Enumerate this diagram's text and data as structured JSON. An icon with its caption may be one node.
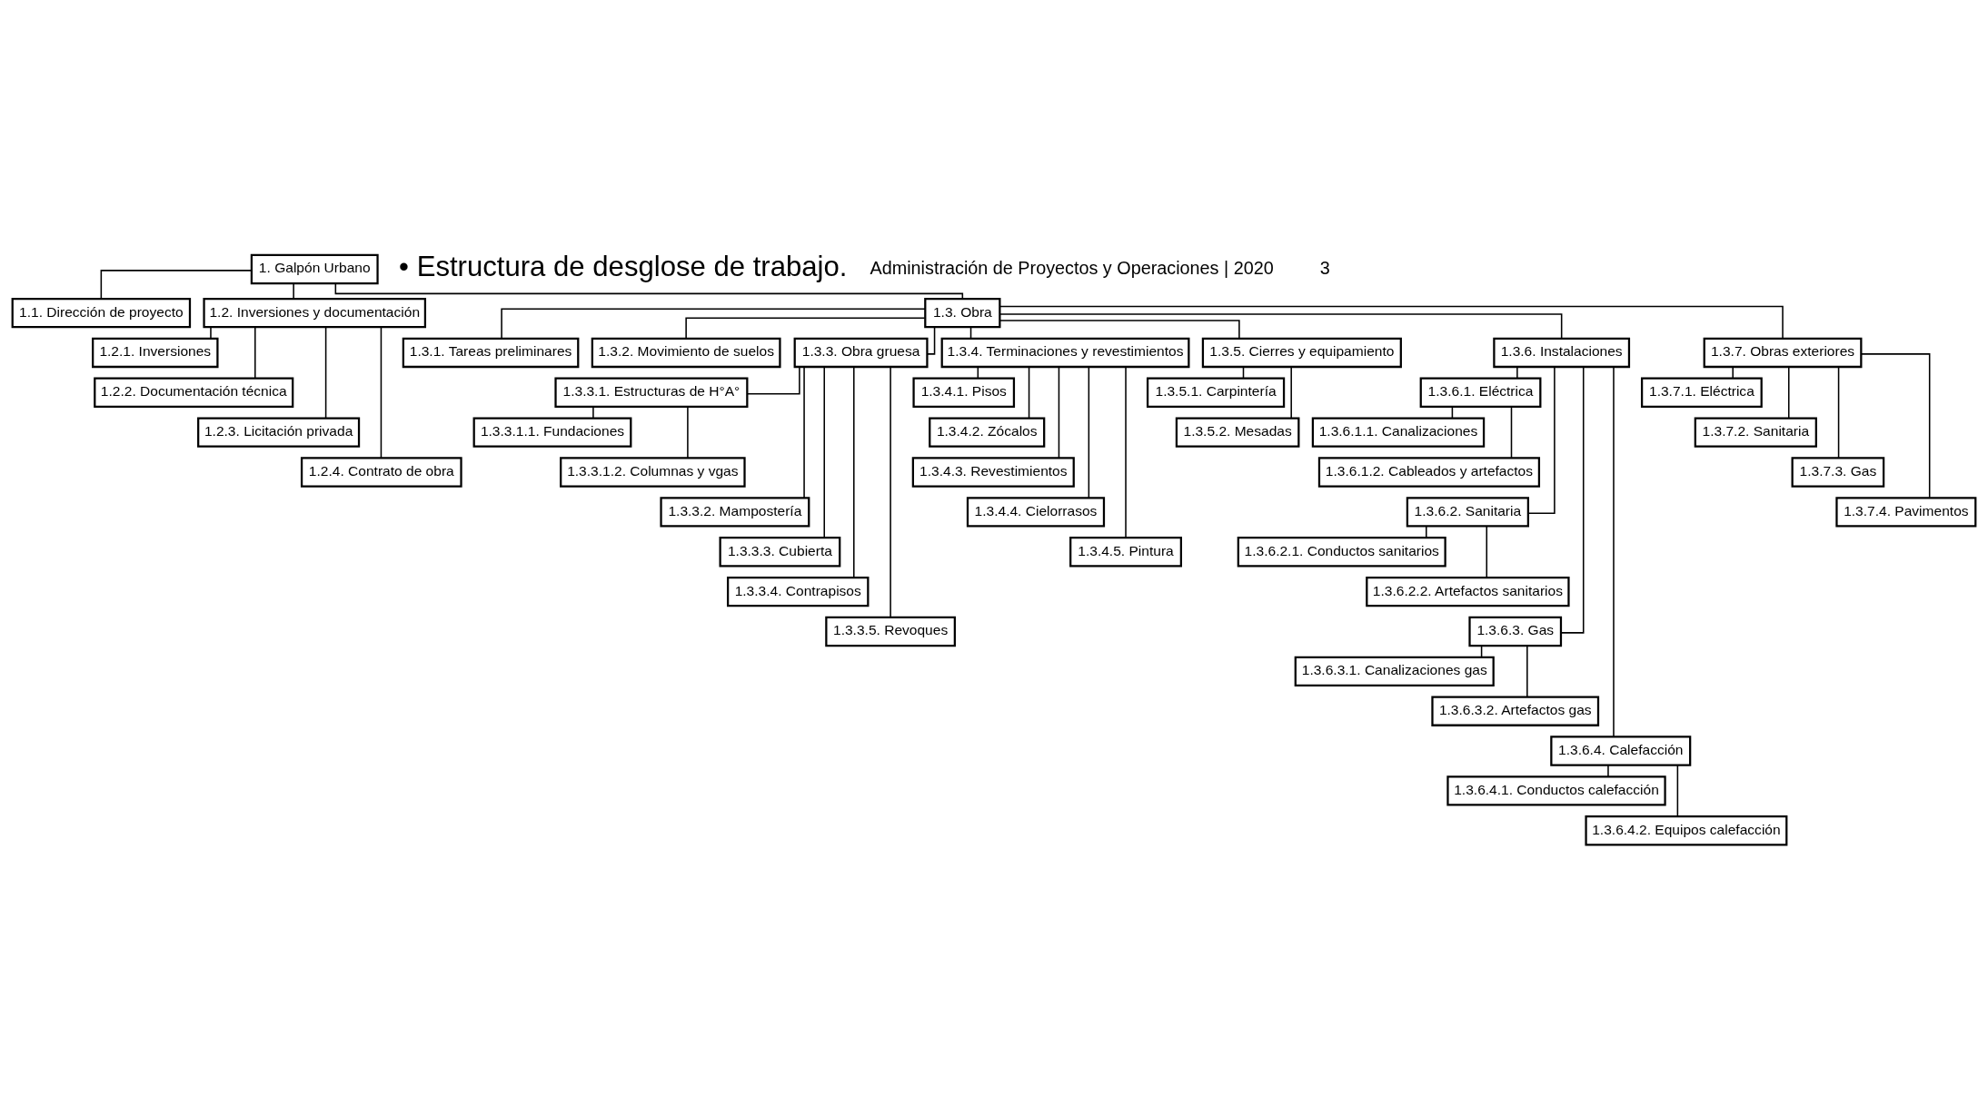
{
  "diagram": {
    "nodes": [
      {
        "text": [
          "1. Galpón Urbano"
        ]
      },
      {
        "text": [
          "1.1. Dirección de proyecto"
        ]
      },
      {
        "text": [
          "1.2. Inversiones y documentación"
        ]
      },
      {
        "text": [
          "1.3. Obra"
        ]
      },
      {
        "text": [
          "1.2.1. Inversiones"
        ]
      },
      {
        "text": [
          "1.2.2. Documentación técnica"
        ]
      },
      {
        "text": [
          "1.2.3. Licitación privada"
        ]
      },
      {
        "text": [
          "1.2.4. Contrato de obra"
        ]
      },
      {
        "text": [
          "1.3.1. Tareas preliminares"
        ]
      },
      {
        "text": [
          "1.3.2. Movimiento de suelos"
        ]
      },
      {
        "text": [
          "1.3.3. Obra gruesa"
        ]
      },
      {
        "text": [
          "1.3.4. Terminaciones y revestimientos"
        ]
      },
      {
        "text": [
          "1.3.5. Cierres y equipamiento"
        ]
      },
      {
        "text": [
          "1.3.6. Instalaciones"
        ]
      },
      {
        "text": [
          "1.3.7. Obras exteriores"
        ]
      },
      {
        "text": [
          "1.3.3.1. Estructuras de H°A°"
        ]
      },
      {
        "text": [
          "1.3.3.1.1. Fundaciones"
        ]
      },
      {
        "text": [
          "1.3.3.1.2. Columnas y vgas"
        ]
      },
      {
        "text": [
          "1.3.3.2. Mampostería"
        ]
      },
      {
        "text": [
          "1.3.3.3. Cubierta"
        ]
      },
      {
        "text": [
          "1.3.3.4. Contrapisos"
        ]
      },
      {
        "text": [
          "1.3.3.5. Revoques"
        ]
      },
      {
        "text": [
          "1.3.4.1. Pisos"
        ]
      },
      {
        "text": [
          "1.3.4.2. Zócalos"
        ]
      },
      {
        "text": [
          "1.3.4.3. Revestimientos"
        ]
      },
      {
        "text": [
          "1.3.4.4. Cielorrasos"
        ]
      },
      {
        "text": [
          "1.3.4.5. Pintura"
        ]
      },
      {
        "text": [
          "1.3.5.1. Carpintería"
        ]
      },
      {
        "text": [
          "1.3.5.2. Mesadas"
        ]
      },
      {
        "text": [
          "1.3.6.1. Eléctrica"
        ]
      },
      {
        "text": [
          "1.3.6.1.1. Canalizaciones"
        ]
      },
      {
        "text": [
          "1.3.6.1.2. Cableados y artefactos"
        ]
      },
      {
        "text": [
          "1.3.6.2. Sanitaria"
        ]
      },
      {
        "text": [
          "1.3.6.2.1. Conductos sanitarios"
        ]
      },
      {
        "text": [
          "1.3.6.2.2. Artefactos sanitarios"
        ]
      },
      {
        "text": [
          "1.3.6.3. Gas"
        ]
      },
      {
        "text": [
          "1.3.6.3.1. Canalizaciones gas"
        ]
      },
      {
        "text": [
          "1.3.6.3.2. Artefactos gas"
        ]
      },
      {
        "text": [
          "1.3.6.4. Calefacción"
        ]
      },
      {
        "text": [
          "1.3.6.4.1. Conductos calefacción"
        ]
      },
      {
        "text": [
          "1.3.6.4.2. Equipos calefacción"
        ]
      },
      {
        "text": [
          "1.3.7.1. Eléctrica"
        ]
      },
      {
        "text": [
          "1.3.7.2. Sanitaria"
        ]
      },
      {
        "text": [
          "1.3.7.3. Gas"
        ]
      },
      {
        "text": [
          "1.3.7.4. Pavimentos"
        ]
      }
    ],
    "edges": [
      {
        "from": 0,
        "to": 1,
        "arrow": "none"
      },
      {
        "from": 0,
        "to": 2,
        "arrow": "none"
      },
      {
        "from": 0,
        "to": 3,
        "arrow": "none"
      },
      {
        "from": 2,
        "to": 4,
        "arrow": "none"
      },
      {
        "from": 2,
        "to": 5,
        "arrow": "none"
      },
      {
        "from": 2,
        "to": 6,
        "arrow": "none"
      },
      {
        "from": 2,
        "to": 7,
        "arrow": "none"
      },
      {
        "from": 3,
        "to": 8,
        "arrow": "none"
      },
      {
        "from": 3,
        "to": 9,
        "arrow": "none"
      },
      {
        "from": 3,
        "to": 10,
        "arrow": "none"
      },
      {
        "from": 3,
        "to": 11,
        "arrow": "none"
      },
      {
        "from": 3,
        "to": 12,
        "arrow": "none"
      },
      {
        "from": 3,
        "to": 13,
        "arrow": "none"
      },
      {
        "from": 3,
        "to": 14,
        "arrow": "none"
      },
      {
        "from": 10,
        "to": 15,
        "arrow": "none"
      },
      {
        "from": 15,
        "to": 16,
        "arrow": "none"
      },
      {
        "from": 15,
        "to": 17,
        "arrow": "none"
      },
      {
        "from": 10,
        "to": 18,
        "arrow": "none"
      },
      {
        "from": 10,
        "to": 19,
        "arrow": "none"
      },
      {
        "from": 10,
        "to": 20,
        "arrow": "none"
      },
      {
        "from": 10,
        "to": 21,
        "arrow": "none"
      },
      {
        "from": 11,
        "to": 22,
        "arrow": "none"
      },
      {
        "from": 11,
        "to": 23,
        "arrow": "none"
      },
      {
        "from": 11,
        "to": 24,
        "arrow": "none"
      },
      {
        "from": 11,
        "to": 25,
        "arrow": "none"
      },
      {
        "from": 11,
        "to": 26,
        "arrow": "none"
      },
      {
        "from": 12,
        "to": 27,
        "arrow": "none"
      },
      {
        "from": 12,
        "to": 28,
        "arrow": "none"
      },
      {
        "from": 13,
        "to": 29,
        "arrow": "none"
      },
      {
        "from": 29,
        "to": 30,
        "arrow": "none"
      },
      {
        "from": 29,
        "to": 31,
        "arrow": "none"
      },
      {
        "from": 13,
        "to": 32,
        "arrow": "none"
      },
      {
        "from": 32,
        "to": 33,
        "arrow": "none"
      },
      {
        "from": 32,
        "to": 34,
        "arrow": "none"
      },
      {
        "from": 13,
        "to": 35,
        "arrow": "none"
      },
      {
        "from": 35,
        "to": 36,
        "arrow": "none"
      },
      {
        "from": 35,
        "to": 37,
        "arrow": "none"
      },
      {
        "from": 13,
        "to": 38,
        "arrow": "none"
      },
      {
        "from": 38,
        "to": 39,
        "arrow": "none"
      },
      {
        "from": 38,
        "to": 40,
        "arrow": "none"
      },
      {
        "from": 14,
        "to": 41,
        "arrow": "none"
      },
      {
        "from": 14,
        "to": 42,
        "arrow": "none"
      },
      {
        "from": 14,
        "to": 43,
        "arrow": "none"
      },
      {
        "from": 14,
        "to": 44,
        "arrow": "none"
      }
    ],
    "labels": [
      "• Estructura de desglose de trabajo.",
      "Administración de Proyectos y Operaciones | 2020",
      "3"
    ]
  }
}
